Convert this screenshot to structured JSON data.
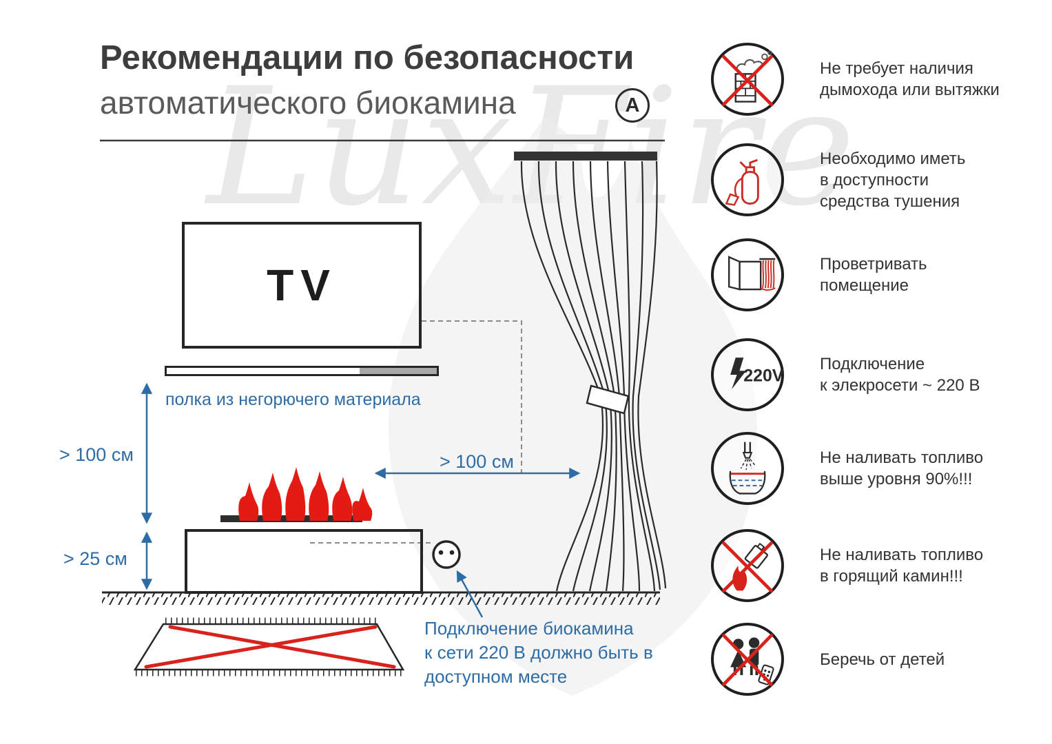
{
  "title": {
    "line1": "Рекомендации по безопасности",
    "line2": "автоматического биокамина",
    "badge": "A"
  },
  "watermark": "LuxFire",
  "diagram": {
    "tv_label": "TV",
    "shelf_label": "полка из негорючего материала",
    "dim_shelf_to_fireplace": "> 100 см",
    "dim_fireplace_to_floor": "> 25 см",
    "dim_fireplace_to_curtain": "> 100 см",
    "outlet_note": "Подключение биокамина\nк сети 220 В должно быть в\nдоступном месте"
  },
  "safety_items": [
    {
      "icon": "no-chimney-icon",
      "text": "Не требует наличия\nдымохода или вытяжки"
    },
    {
      "icon": "fire-extinguisher-icon",
      "text": "Необходимо иметь\nв доступности\nсредства тушения"
    },
    {
      "icon": "ventilate-icon",
      "text": "Проветривать\nпомещение"
    },
    {
      "icon": "power-220v-icon",
      "icon_text": "220V",
      "text": "Подключение\nк элекросети ~ 220 В"
    },
    {
      "icon": "fuel-level-icon",
      "text": "Не наливать топливо\nвыше уровня 90%!!!"
    },
    {
      "icon": "no-refill-burning-icon",
      "text": "Не наливать топливо\nв горящий камин!!!"
    },
    {
      "icon": "keep-from-children-icon",
      "text": "Беречь от детей"
    }
  ],
  "colors": {
    "accent_blue": "#2e6ca6",
    "alert_red": "#d8231d",
    "line_dark": "#262626"
  }
}
